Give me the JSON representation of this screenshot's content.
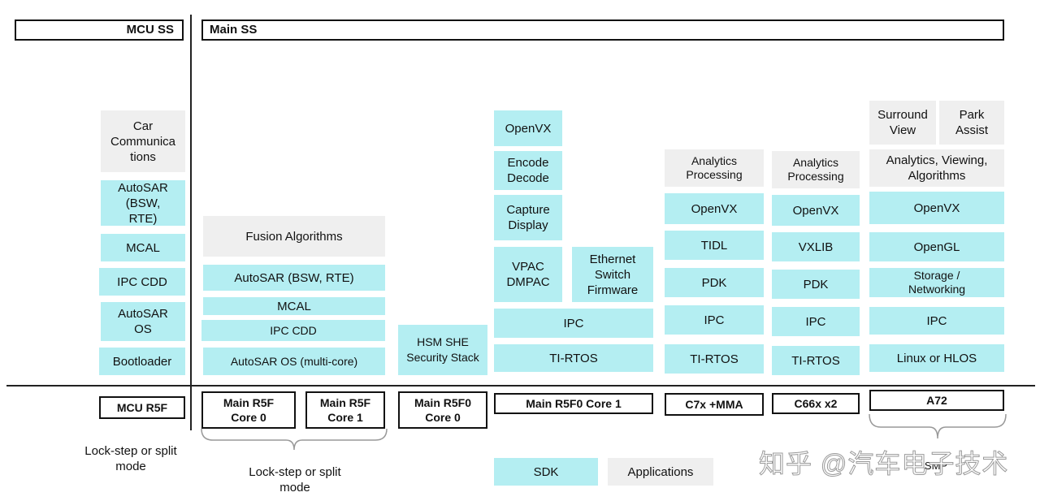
{
  "headers": {
    "mcu_ss": "MCU SS",
    "main_ss": "Main SS"
  },
  "mcu_stack": [
    "Car\nCommunica\ntions",
    "AutoSAR\n(BSW,\nRTE)",
    "MCAL",
    "IPC CDD",
    "AutoSAR\nOS",
    "Bootloader"
  ],
  "r5f_stack": [
    "Fusion Algorithms",
    "AutoSAR (BSW, RTE)",
    "MCAL",
    "IPC CDD",
    "AutoSAR OS (multi-core)"
  ],
  "hsm": "HSM SHE\nSecurity Stack",
  "core1_stack": [
    "OpenVX",
    "Encode\nDecode",
    "Capture\nDisplay",
    "VPAC\nDMPAC",
    "Ethernet\nSwitch\nFirmware",
    "IPC",
    "TI-RTOS"
  ],
  "c7x_stack": [
    "Analytics\nProcessing",
    "OpenVX",
    "TIDL",
    "PDK",
    "IPC",
    "TI-RTOS"
  ],
  "c66x_stack": [
    "Analytics\nProcessing",
    "OpenVX",
    "VXLIB",
    "PDK",
    "IPC",
    "TI-RTOS"
  ],
  "a72_stack": [
    "Surround\nView",
    "Park\nAssist",
    "Analytics, Viewing,\nAlgorithms",
    "OpenVX",
    "OpenGL",
    "Storage /\nNetworking",
    "IPC",
    "Linux or HLOS"
  ],
  "hardware": {
    "mcu_r5f": "MCU R5F",
    "main_r5f_core0": "Main R5F\nCore 0",
    "main_r5f_core1": "Main R5F\nCore 1",
    "main_r5f0_core0": "Main R5F0\nCore 0",
    "main_r5f0_core1": "Main R5F0 Core 1",
    "c7x": "C7x +MMA",
    "c66x": "C66x x2",
    "a72": "A72"
  },
  "notes": {
    "mcu_lockstep": "Lock-step or split\nmode",
    "main_lockstep": "Lock-step or split\nmode",
    "smp": "SMP"
  },
  "legend": {
    "sdk": "SDK",
    "applications": "Applications"
  },
  "watermark": "知乎 @汽车电子技术",
  "colors": {
    "sdk": "#b4eef2",
    "applications": "#efefef",
    "outline": "#111111"
  }
}
